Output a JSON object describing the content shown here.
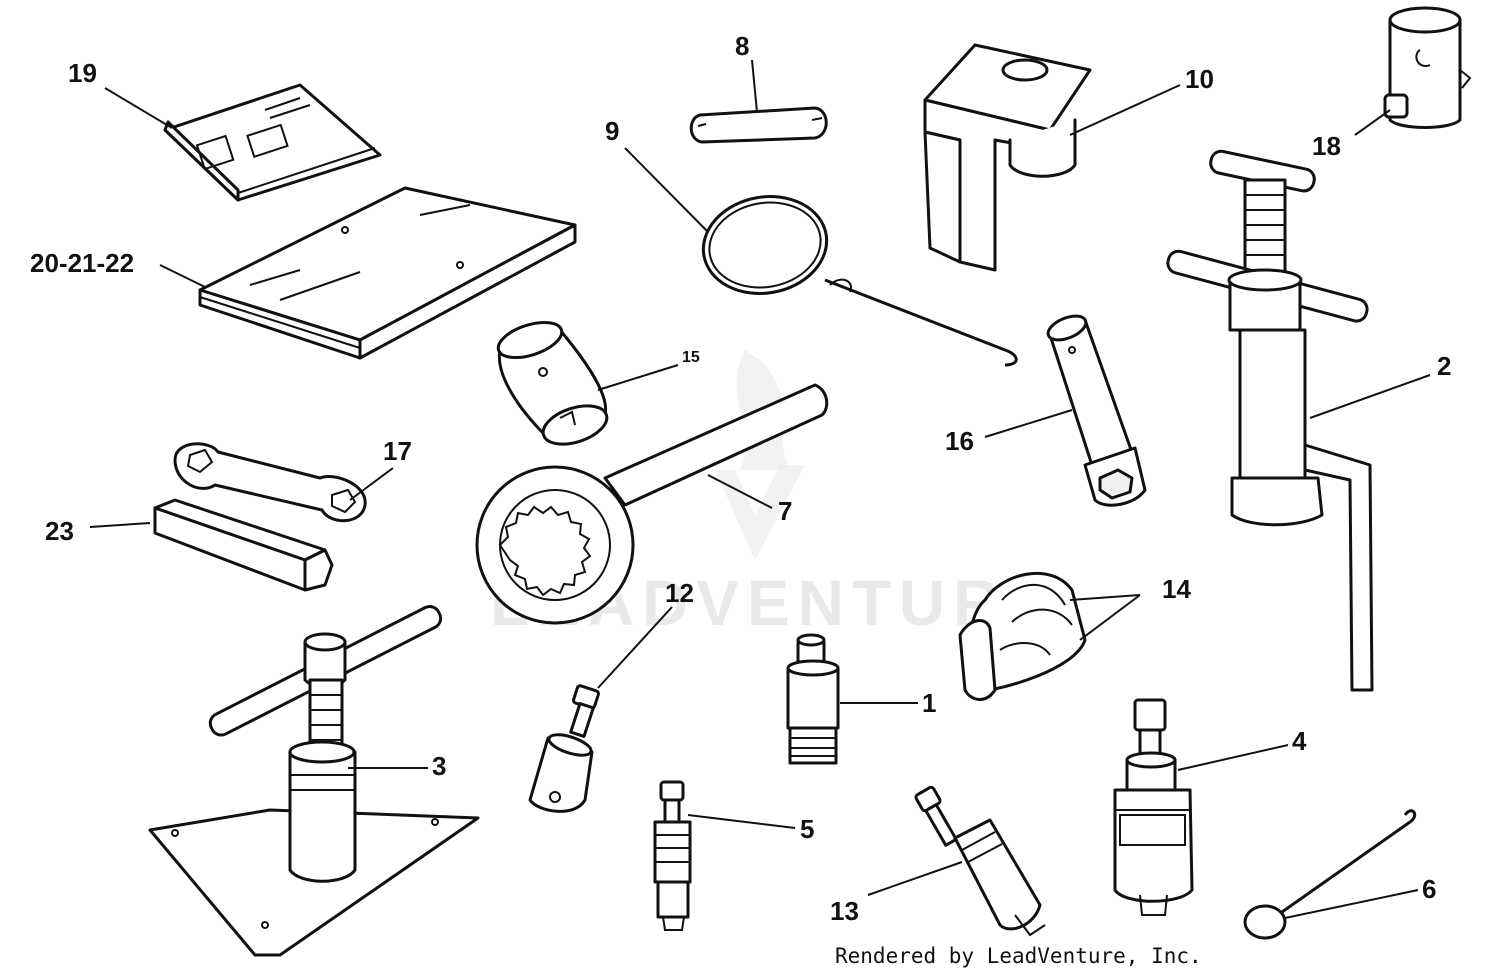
{
  "watermark": "LEADVENTURE",
  "credit": "Rendered by LeadVenture, Inc.",
  "callouts": {
    "c1": "1",
    "c2": "2",
    "c3": "3",
    "c4": "4",
    "c5": "5",
    "c6": "6",
    "c7": "7",
    "c8": "8",
    "c9": "9",
    "c10": "10",
    "c12": "12",
    "c13": "13",
    "c14": "14",
    "c15": "15",
    "c16": "16",
    "c17": "17",
    "c18": "18",
    "c19": "19",
    "c20_21_22": "20-21-22",
    "c23": "23"
  },
  "colors": {
    "line": "#111111",
    "background": "#ffffff",
    "watermark": "#dcdcdc"
  }
}
